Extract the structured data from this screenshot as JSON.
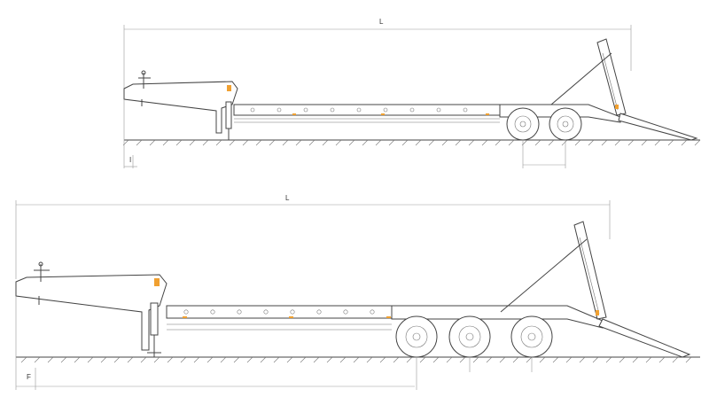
{
  "drawings": [
    {
      "id": "two-axle-trailer",
      "length_label": "L",
      "height_label": "I",
      "axles": 2
    },
    {
      "id": "three-axle-trailer",
      "length_label": "L",
      "height_label": "F",
      "axles": 3
    }
  ],
  "colors": {
    "line": "#444444",
    "dimension": "#999999",
    "marker": "#f0a030",
    "background": "#ffffff"
  }
}
